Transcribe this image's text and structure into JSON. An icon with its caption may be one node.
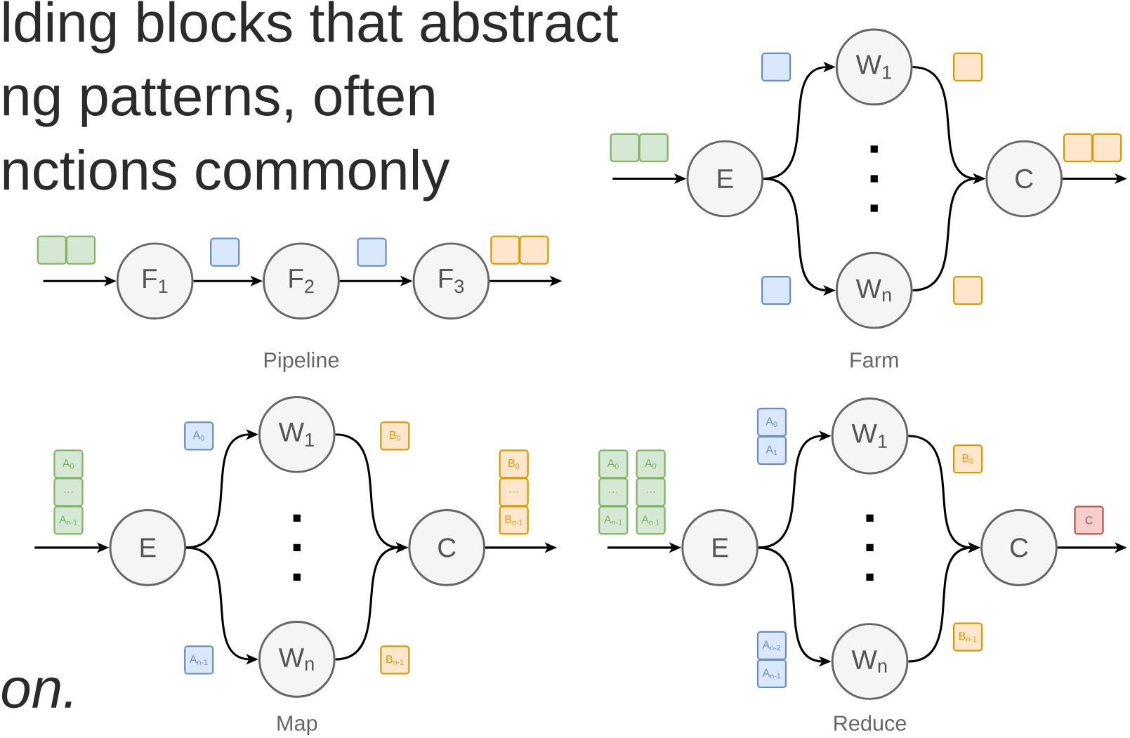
{
  "diagram": {
    "nodes": [
      {
        "text": [
          "F$_{1}$"
        ]
      },
      {
        "text": [
          "F$_{2}$"
        ]
      },
      {
        "text": [
          "F$_{3}$"
        ]
      },
      {
        "text": [],
        "shape": "box"
      },
      {
        "text": [],
        "shape": "box"
      },
      {
        "text": [],
        "shape": "box"
      },
      {
        "text": [],
        "shape": "box"
      },
      {
        "text": [],
        "shape": "box"
      },
      {
        "text": [],
        "shape": "box"
      },
      {
        "text": [
          "E"
        ]
      },
      {
        "text": [
          "W$_{1}$"
        ]
      },
      {
        "text": [
          "W$_{n}$"
        ]
      },
      {
        "text": [
          "C"
        ]
      },
      {
        "text": [],
        "shape": "box"
      },
      {
        "text": [],
        "shape": "box"
      },
      {
        "text": [],
        "shape": "box"
      },
      {
        "text": [],
        "shape": "box"
      },
      {
        "text": [],
        "shape": "box"
      },
      {
        "text": [],
        "shape": "box"
      },
      {
        "text": [],
        "shape": "box"
      },
      {
        "text": [],
        "shape": "box"
      },
      {
        "text": [
          "E"
        ]
      },
      {
        "text": [
          "W$_{1}$"
        ]
      },
      {
        "text": [
          "W$_{n}$"
        ]
      },
      {
        "text": [
          "C"
        ]
      },
      {
        "text": [
          "A$_{0}$"
        ]
      },
      {
        "text": [
          "…"
        ]
      },
      {
        "text": [
          "A$_{n-1}$"
        ]
      },
      {
        "text": [
          "A$_{0}$"
        ]
      },
      {
        "text": [
          "A$_{n-1}$"
        ]
      },
      {
        "text": [
          "B$_{0}$"
        ]
      },
      {
        "text": [
          "B$_{n-1}$"
        ]
      },
      {
        "text": [
          "B$_{0}$"
        ]
      },
      {
        "text": [
          "…"
        ]
      },
      {
        "text": [
          "B$_{n-1}$"
        ]
      },
      {
        "text": [
          "E"
        ]
      },
      {
        "text": [
          "W$_{1}$"
        ]
      },
      {
        "text": [
          "W$_{n}$"
        ]
      },
      {
        "text": [
          "C"
        ]
      },
      {
        "text": [
          "A$_{0}$"
        ]
      },
      {
        "text": [
          "…"
        ]
      },
      {
        "text": [
          "A$_{n-1}$"
        ]
      },
      {
        "text": [
          "A$_{0}$"
        ]
      },
      {
        "text": [
          "…"
        ]
      },
      {
        "text": [
          "A$_{n-1}$"
        ]
      },
      {
        "text": [
          "A$_{0}$"
        ]
      },
      {
        "text": [
          "A$_{1}$"
        ]
      },
      {
        "text": [
          "A$_{n-2}$"
        ]
      },
      {
        "text": [
          "A$_{n-1}$"
        ]
      },
      {
        "text": [
          "B$_{0}$"
        ]
      },
      {
        "text": [
          "B$_{n-1}$"
        ]
      },
      {
        "text": [
          "C"
        ]
      }
    ],
    "edges": [
      {
        "from": null,
        "to": 0,
        "arrow": "to"
      },
      {
        "from": 0,
        "to": 1,
        "arrow": "to"
      },
      {
        "from": 1,
        "to": 2,
        "arrow": "to"
      },
      {
        "from": 2,
        "to": null,
        "arrow": "to"
      },
      {
        "from": null,
        "to": 9,
        "arrow": "to"
      },
      {
        "from": 9,
        "to": 10,
        "arrow": "to"
      },
      {
        "from": 9,
        "to": 11,
        "arrow": "to"
      },
      {
        "from": 10,
        "to": 12,
        "arrow": "to"
      },
      {
        "from": 11,
        "to": 12,
        "arrow": "to"
      },
      {
        "from": 12,
        "to": null,
        "arrow": "to"
      },
      {
        "from": null,
        "to": 21,
        "arrow": "to"
      },
      {
        "from": 21,
        "to": 22,
        "arrow": "to"
      },
      {
        "from": 21,
        "to": 23,
        "arrow": "to"
      },
      {
        "from": 22,
        "to": 24,
        "arrow": "to"
      },
      {
        "from": 23,
        "to": 24,
        "arrow": "to"
      },
      {
        "from": 24,
        "to": null,
        "arrow": "to"
      },
      {
        "from": null,
        "to": 35,
        "arrow": "to"
      },
      {
        "from": 35,
        "to": 36,
        "arrow": "to"
      },
      {
        "from": 35,
        "to": 37,
        "arrow": "to"
      },
      {
        "from": 36,
        "to": 38,
        "arrow": "to"
      },
      {
        "from": 37,
        "to": 38,
        "arrow": "to"
      },
      {
        "from": 38,
        "to": null,
        "arrow": "to"
      }
    ],
    "labels": [
      "lding blocks that abstract",
      "ng patterns, often",
      "nctions commonly",
      "on.",
      "Pipeline",
      "Farm",
      "Map",
      "Reduce"
    ]
  }
}
